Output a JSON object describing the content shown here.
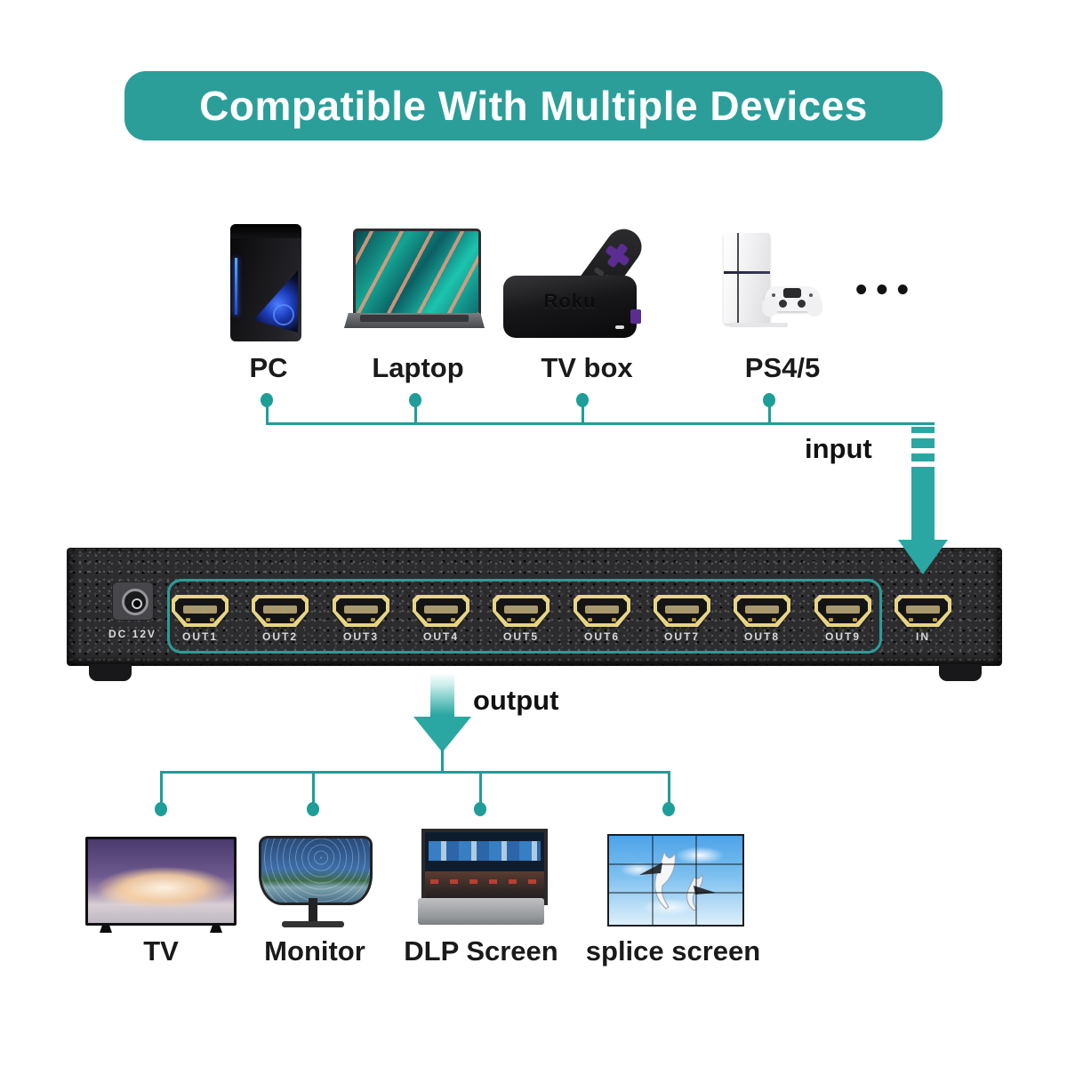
{
  "banner": {
    "title": "Compatible With Multiple Devices",
    "bg_color": "#2b9e99",
    "text_color": "#ffffff"
  },
  "source_devices": {
    "items": [
      {
        "label": "PC",
        "icon": "pc-tower-icon"
      },
      {
        "label": "Laptop",
        "icon": "laptop-icon"
      },
      {
        "label": "TV box",
        "icon": "tv-box-icon",
        "brand": "Roku"
      },
      {
        "label": "PS4/5",
        "icon": "game-console-icon"
      }
    ],
    "ellipsis": "•••"
  },
  "flow": {
    "input_label": "input",
    "output_label": "output"
  },
  "splitter_panel": {
    "power_label": "DC 12V",
    "output_ports": [
      {
        "label": "OUT1"
      },
      {
        "label": "OUT2"
      },
      {
        "label": "OUT3"
      },
      {
        "label": "OUT4"
      },
      {
        "label": "OUT5"
      },
      {
        "label": "OUT6"
      },
      {
        "label": "OUT7"
      },
      {
        "label": "OUT8"
      },
      {
        "label": "OUT9"
      }
    ],
    "input_port": {
      "label": "IN"
    }
  },
  "display_devices": {
    "items": [
      {
        "label": "TV",
        "icon": "tv-icon"
      },
      {
        "label": "Monitor",
        "icon": "monitor-icon"
      },
      {
        "label": "DLP Screen",
        "icon": "dlp-screen-icon"
      },
      {
        "label": "splice screen",
        "icon": "video-wall-icon"
      }
    ]
  },
  "colors": {
    "teal_line": "#1d9e98",
    "teal_arrow": "#2aa7a2",
    "port_gold": "#e7d584",
    "panel_dark": "#2c2c2e"
  }
}
